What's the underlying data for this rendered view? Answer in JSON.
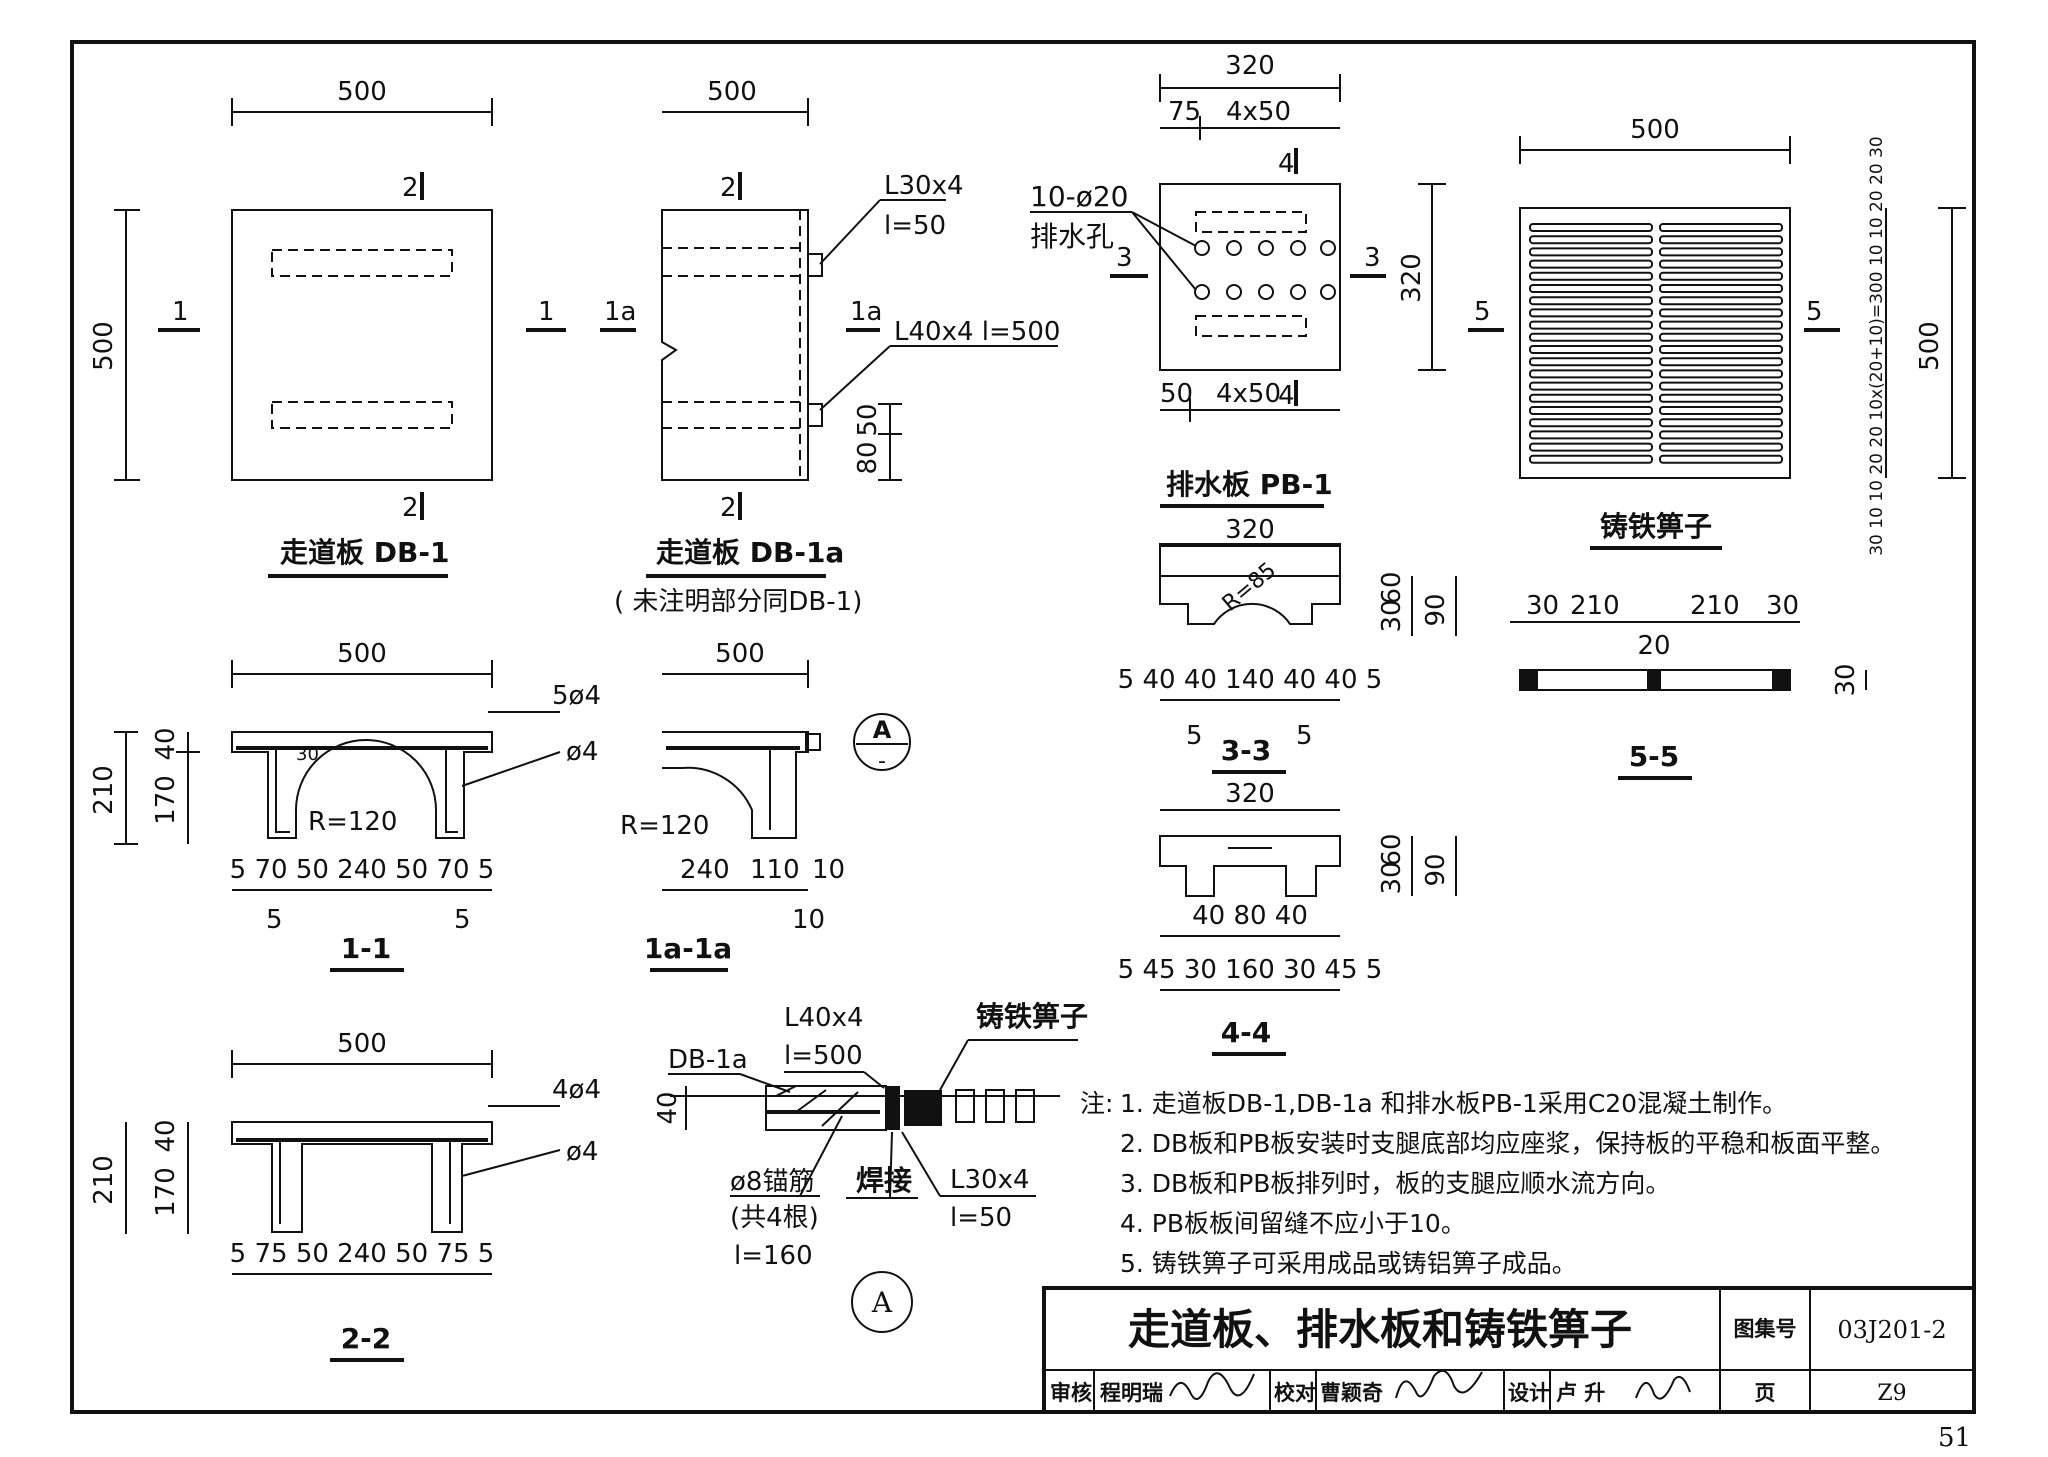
{
  "views": {
    "db1": {
      "title": "走道板 DB-1",
      "dim_w": "500",
      "dim_h": "500",
      "cut1_l": "1",
      "cut1_r": "1",
      "cut2_t": "2",
      "cut2_b": "2"
    },
    "db1a": {
      "title": "走道板 DB-1a",
      "subtitle": "( 未注明部分同DB-1)",
      "dim_w": "500",
      "angle1_l1": "L30x4",
      "angle1_l2": "l=50",
      "angle2": "L40x4 l=500",
      "cut_l": "1a",
      "cut_r": "1a",
      "cut2_t": "2",
      "cut2_b": "2",
      "dim_50": "50",
      "dim_80": "80"
    },
    "pb1": {
      "title": "排水板 PB-1",
      "dim_w": "320",
      "dim_75": "75",
      "dim_4x50": "4x50",
      "dim_50": "50",
      "dim_4x50_b": "4x50",
      "dim_h": "320",
      "holes_l1": "10-ø20",
      "holes_l2": "排水孔",
      "cut_l": "3",
      "cut_r": "3",
      "cut4_t": "4",
      "cut4_b": "4"
    },
    "grate": {
      "title": "铸铁箅子",
      "dim_w": "500",
      "dim_h": "500",
      "cut_l": "5",
      "cut_r": "5",
      "side_dims": "30  10 10  20 20  10x(20+10)=300  10 10  20 20  30"
    }
  },
  "sections": {
    "s11": {
      "title": "1-1",
      "dim_w": "500",
      "dim_210": "210",
      "dim_40": "40",
      "dim_170": "170",
      "dim_30": "30",
      "bar_top": "5ø4",
      "bar_side": "ø4",
      "radius": "R=120",
      "bottom_dims": "5 70 50   240   50 70 5",
      "dim_5_l": "5",
      "dim_5_r": "5"
    },
    "s1a": {
      "title": "1a-1a",
      "dim_w": "500",
      "radius": "R=120",
      "dim_240": "240",
      "dim_110": "110",
      "dim_10": "10",
      "dim_10b": "10"
    },
    "s22": {
      "title": "2-2",
      "dim_w": "500",
      "dim_210": "210",
      "dim_40": "40",
      "dim_170": "170",
      "bar_top": "4ø4",
      "bar_side": "ø4",
      "bottom_dims": "5 75 50   240   50 75 5"
    },
    "s33": {
      "title": "3-3",
      "dim_w": "320",
      "dim_60": "60",
      "dim_30": "30",
      "dim_90": "90",
      "radius": "R=85",
      "bottom_dims": "5 40 40 140 40 40 5",
      "dim_5_l": "5",
      "dim_5_r": "5"
    },
    "s44": {
      "title": "4-4",
      "dim_w": "320",
      "dim_60": "60",
      "dim_30": "30",
      "dim_90": "90",
      "mid_dims": "40 80 40",
      "bottom_dims": "5 45 30 160 30 45 5"
    },
    "s55": {
      "title": "5-5",
      "dim_30_l": "30",
      "dim_210_l": "210",
      "dim_210_r": "210",
      "dim_30_r": "30",
      "dim_20": "20",
      "dim_30_h": "30"
    }
  },
  "detail_a": {
    "marker": "A",
    "label_db": "DB-1a",
    "angle1": "L40x4",
    "angle1_len": "l=500",
    "grate": "铸铁箅子",
    "dim_40": "40",
    "anchor": "ø8锚筋",
    "anchor_count": "(共4根)",
    "anchor_len": "l=160",
    "weld": "焊接",
    "angle2": "L30x4",
    "angle2_len": "l=50"
  },
  "section_marker": {
    "letter": "A",
    "sub": "-"
  },
  "notes": {
    "prefix": "注:",
    "items": [
      "1. 走道板DB-1,DB-1a 和排水板PB-1采用C20混凝土制作。",
      "2. DB板和PB板安装时支腿底部均应座浆，保持板的平稳和板面平整。",
      "3. DB板和PB板排列时，板的支腿应顺水流方向。",
      "4. PB板板间留缝不应小于10。",
      "5. 铸铁箅子可采用成品或铸铝箅子成品。"
    ]
  },
  "title_block": {
    "title": "走道板、排水板和铸铁箅子",
    "atlas_label": "图集号",
    "atlas_no": "03J201-2",
    "page_label": "页",
    "page_no": "Z9",
    "row": [
      "审核",
      "程明瑞",
      "校对",
      "曹颖奇",
      "设计",
      "卢 升"
    ]
  },
  "page_number": "51"
}
